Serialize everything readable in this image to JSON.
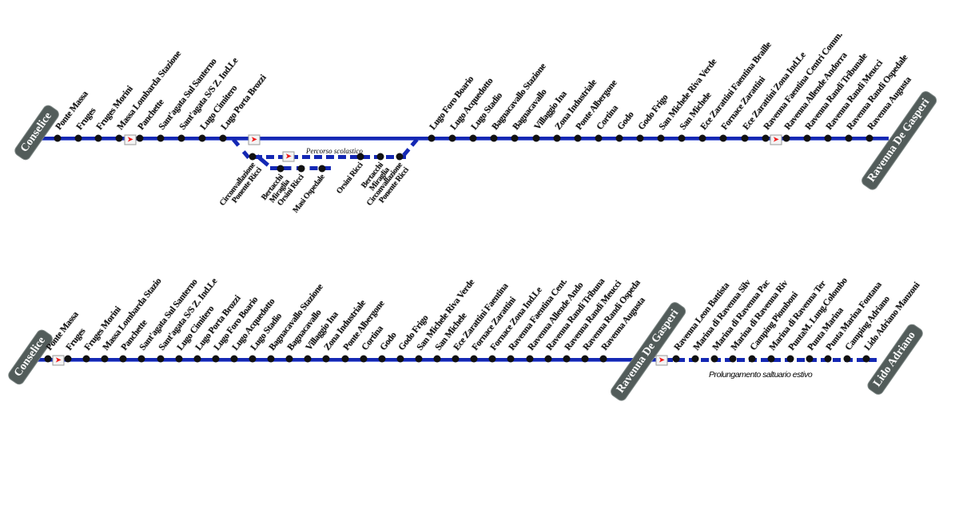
{
  "colors": {
    "line": "#1428b4",
    "terminal": "#525c5a",
    "transfer_arrow": "#f01818"
  },
  "top": {
    "terminal_start": "Conselice",
    "terminal_end": "Ravenna De Gasperi",
    "stations_a": [
      "Ponte Massa",
      "Fruges",
      "Fruges Morini",
      "Massa Lombarda Stazione",
      "Panchette",
      "Sant'agata Sul Santerno",
      "Sant'agata S/S Z. Ind.Le",
      "Lugo Cimitero",
      "Lugo Porta Brozzi"
    ],
    "stations_b": [
      "Lugo Foro Boario",
      "Lugo Acquedotto",
      "Lugo Stadio",
      "Bagnacavallo Stazione",
      "Bagnacavallo",
      "Villaggio Ina",
      "Zona Industriale",
      "Ponte Albergone",
      "Cortina",
      "Godo",
      "Godo Frigo",
      "San Michele Riva Verde",
      "San Michele",
      "Ece Zarattini Faentina Braille",
      "Fornace Zarattini",
      "Ece  Zarattini Zona Ind.Le",
      "Ravenna Faentina Centri Comm.",
      "Ravenna Allende Andorra",
      "Ravenna Randi Tribunale",
      "Ravenna Randi Meucci",
      "Ravenna Randi Ospedale",
      "Ravenna Augusta"
    ],
    "school_route_label": "Percorso scolastico",
    "school_lower": [
      "Bertacchi Miraglia",
      "Orsini Ricci",
      "Masi Ospedale"
    ],
    "school_upper": [
      "Circonvallazione Ponente Ricci",
      "Orsini Ricci",
      "Bertacchi Miraglia",
      "Circonvallazione Ponente Ricci"
    ]
  },
  "bottom": {
    "terminal_start": "Conselice",
    "terminal_mid": "Ravenna De Gasperi",
    "terminal_end": "Lido Adriano",
    "stations": [
      "Ponte Massa",
      "Fruges",
      "Fruges Morini",
      "Massa Lombarda Stazio",
      "Panchette",
      "Sant'agata Sul Santerno",
      "Sant'agata S/S Z. Ind.Le",
      "Lugo Cimitero",
      "Lugo Porta Brozzi",
      "Lugo Foro Boario",
      "Lugo Acquedotto",
      "Lugo Stadio",
      "Bagnacavallo Stazione",
      "Bagnacavallo",
      "Villaggio Ina",
      "Zona Industriale",
      "Ponte Albergone",
      "Cortina",
      "Godo",
      "Godo Frigo",
      "San Michele Riva Verde",
      "San Michele",
      "Ece Zarattini Faentina",
      "Fornace Zarattini",
      "Fornace Zona Ind.Le",
      "Ravenna Faentina Cent.",
      "Ravenna Allende Ando",
      "Ravenna Randi Tribuna",
      "Ravenna Randi Meucci",
      "Ravenna Randi Ospeda",
      "Ravenna Augusta"
    ],
    "extension": [
      "Ravenna Leon Battista",
      "Marina di Ravenna Silv",
      "Marina di Ravenna Pac",
      "Marina di Ravenna Riv",
      "Camping Piomboni",
      "Marina di Ravenna Ter",
      "PuntaM. Lung.Colombo",
      "Punta Marina",
      "Punta Marina Fontana",
      "Camping Adriano",
      "Lido Adriano Manzoni"
    ],
    "extension_label": "Prolungamento saltuario estivo"
  }
}
